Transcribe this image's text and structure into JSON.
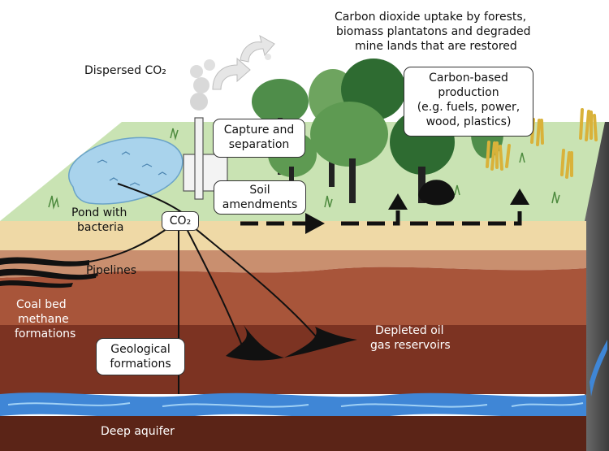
{
  "labels": {
    "uptake": [
      "Carbon dioxide uptake by forests,",
      "biomass plantatons and degraded",
      "mine lands that are restored"
    ],
    "dispersed": "Dispersed CO₂",
    "capture": [
      "Capture and",
      "separation"
    ],
    "soil": [
      "Soil",
      "amendments"
    ],
    "production": [
      "Carbon-based",
      "production",
      "(e.g. fuels, power,",
      "wood, plastics)"
    ],
    "pond": [
      "Pond with",
      "bacteria"
    ],
    "co2": "CO₂",
    "pipelines": "Pipelines",
    "coalbed": [
      "Coal bed",
      "methane",
      "formations"
    ],
    "geological": [
      "Geological",
      "formations"
    ],
    "depleted": [
      "Depleted oil",
      "gas reservoirs"
    ],
    "aquifer": "Deep aquifer"
  },
  "colors": {
    "grass": "#c9e3b3",
    "sand": "#efd9a6",
    "clay": "#c98f6f",
    "soil_mid": "#a8553a",
    "soil_deep": "#7c3322",
    "soil_bottom": "#5b2417",
    "water": "#3f86d6",
    "pond": "#a9d3ec",
    "tree_dark": "#2e6b31",
    "tree_mid": "#5e9a52",
    "wheat": "#d9b23a"
  }
}
